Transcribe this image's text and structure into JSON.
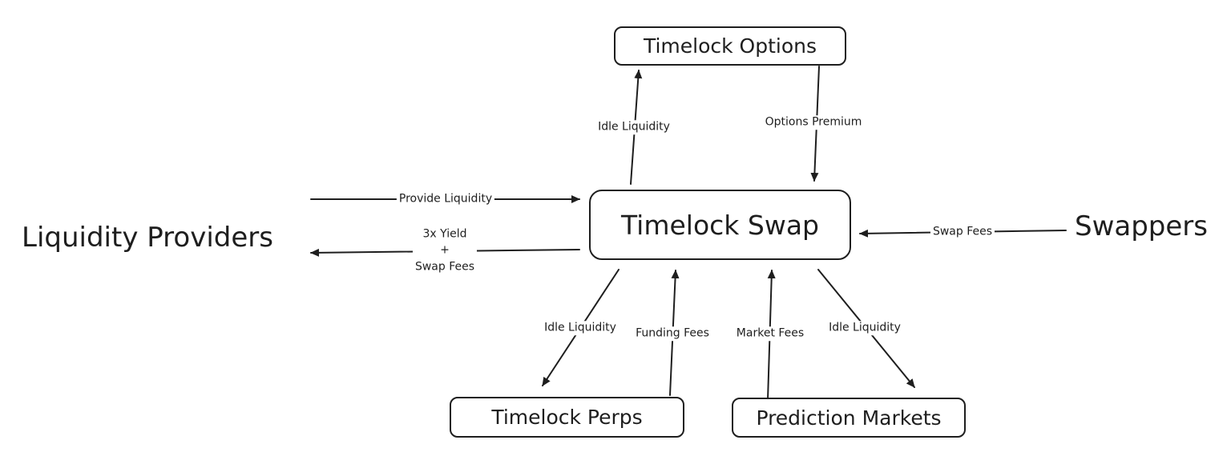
{
  "nodes": {
    "timelock_options": "Timelock Options",
    "timelock_swap": "Timelock Swap",
    "timelock_perps": "Timelock Perps",
    "prediction_markets": "Prediction Markets",
    "liquidity_providers": "Liquidity Providers",
    "swappers": "Swappers"
  },
  "edges": {
    "provide_liquidity": "Provide Liquidity",
    "yield_line1": "3x Yield",
    "yield_line2": "+",
    "yield_line3": "Swap Fees",
    "idle_liquidity_options": "Idle Liquidity",
    "options_premium": "Options Premium",
    "swap_fees_swappers": "Swap Fees",
    "idle_liquidity_perps": "Idle Liquidity",
    "funding_fees": "Funding Fees",
    "market_fees": "Market Fees",
    "idle_liquidity_markets": "Idle Liquidity"
  },
  "colors": {
    "stroke": "#1e1e1e",
    "background": "#ffffff"
  }
}
